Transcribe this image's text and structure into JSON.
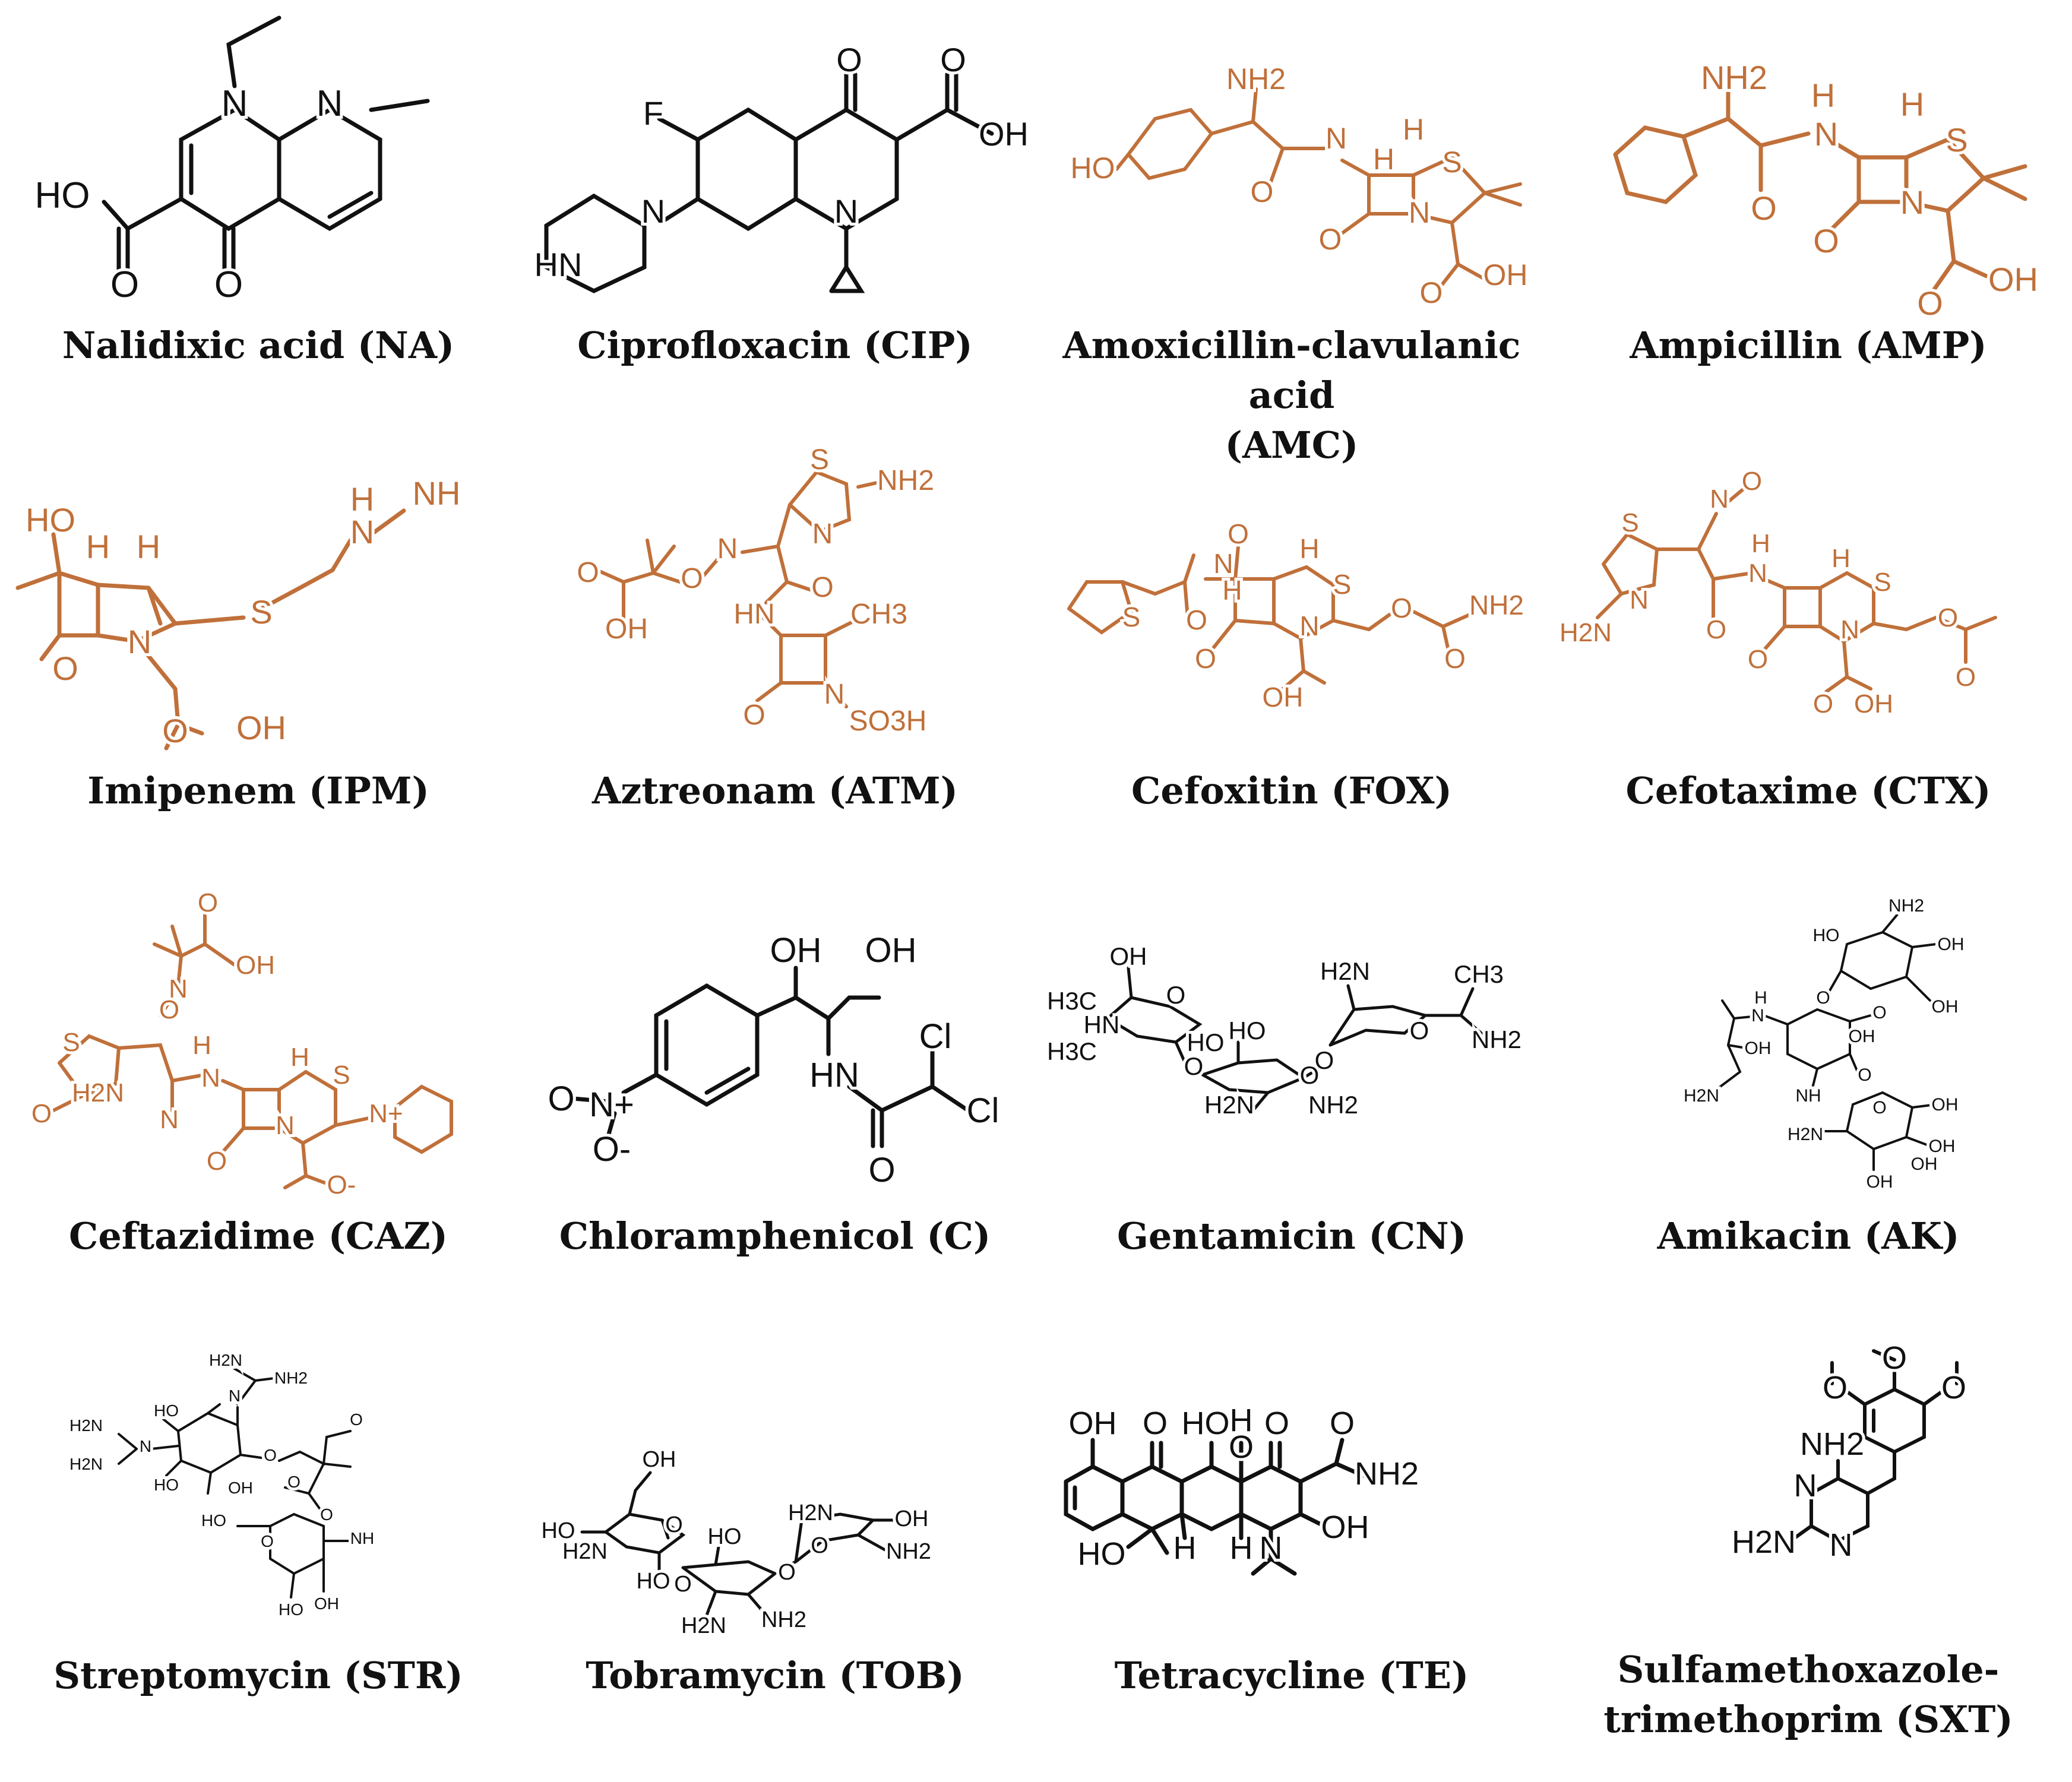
{
  "colors": {
    "black": "#111111",
    "brown": "#c0703a"
  },
  "compounds": [
    {
      "id": "na",
      "name": "Nalidixic acid (NA)",
      "color": "black",
      "atoms": [
        "N",
        "N",
        "HO",
        "O",
        "O"
      ]
    },
    {
      "id": "cip",
      "name": "Ciprofloxacin (CIP)",
      "color": "black",
      "atoms": [
        "F",
        "O",
        "O",
        "OH",
        "N",
        "HN",
        "N"
      ]
    },
    {
      "id": "amc",
      "name": "Amoxicillin-clavulanic acid",
      "name2": "(AMC)",
      "color": "brown",
      "atoms": [
        "NH2",
        "HO",
        "N",
        "H",
        "H",
        "S",
        "O",
        "O",
        "N",
        "O",
        "OH"
      ]
    },
    {
      "id": "amp",
      "name": "Ampicillin (AMP)",
      "color": "brown",
      "atoms": [
        "NH2",
        "H",
        "N",
        "H",
        "S",
        "O",
        "O",
        "N",
        "O",
        "OH"
      ]
    },
    {
      "id": "ipm",
      "name": "Imipenem (IPM)",
      "color": "brown",
      "atoms": [
        "HO",
        "H",
        "H",
        "H",
        "N",
        "NH",
        "S",
        "N",
        "O",
        "O",
        "OH"
      ]
    },
    {
      "id": "atm",
      "name": "Aztreonam (ATM)",
      "color": "brown",
      "atoms": [
        "S",
        "NH2",
        "N",
        "N",
        "O",
        "O",
        "HN",
        "CH3",
        "O",
        "OH",
        "N",
        "O",
        "SO3H"
      ]
    },
    {
      "id": "fox",
      "name": "Cefoxitin (FOX)",
      "color": "brown",
      "atoms": [
        "O",
        "H",
        "N",
        "H",
        "S",
        "S",
        "O",
        "N",
        "O",
        "NH2",
        "O",
        "O",
        "OH"
      ]
    },
    {
      "id": "ctx",
      "name": "Cefotaxime (CTX)",
      "color": "brown",
      "atoms": [
        "N",
        "O",
        "H",
        "N",
        "H",
        "S",
        "S",
        "N",
        "O",
        "H2N",
        "N",
        "O",
        "O",
        "O",
        "OH",
        "O"
      ]
    },
    {
      "id": "caz",
      "name": "Ceftazidime (CAZ)",
      "color": "brown",
      "atoms": [
        "O",
        "OH",
        "N",
        "O",
        "H",
        "N",
        "H",
        "S",
        "S",
        "N",
        "O",
        "H2N",
        "N",
        "O",
        "O-",
        "N+"
      ]
    },
    {
      "id": "c",
      "name": "Chloramphenicol (C)",
      "color": "black",
      "atoms": [
        "OH",
        "OH",
        "Cl",
        "HN",
        "Cl",
        "O",
        "O",
        "N+",
        "O-"
      ]
    },
    {
      "id": "cn",
      "name": "Gentamicin (CN)",
      "color": "black",
      "atoms": [
        "OH",
        "H3C",
        "HN",
        "H3C",
        "O",
        "HO",
        "O",
        "HO",
        "H2N",
        "O",
        "CH3",
        "O",
        "NH2",
        "H2N",
        "NH2",
        "O"
      ]
    },
    {
      "id": "ak",
      "name": "Amikacin (AK)",
      "color": "black",
      "atoms": [
        "NH2",
        "HO",
        "OH",
        "O",
        "OH",
        "O",
        "H",
        "N",
        "OH",
        "OH",
        "H2N",
        "OH",
        "NH",
        "O",
        "OH",
        "O",
        "H2N",
        "OH",
        "OH"
      ]
    },
    {
      "id": "str",
      "name": "Streptomycin (STR)",
      "color": "black",
      "atoms": [
        "H2N",
        "NH2",
        "N",
        "HO",
        "H2N",
        "N",
        "H2N",
        "O",
        "O",
        "HO",
        "OH",
        "O",
        "O",
        "HO",
        "O",
        "NH",
        "HO",
        "OH"
      ]
    },
    {
      "id": "tob",
      "name": "Tobramycin (TOB)",
      "color": "black",
      "atoms": [
        "OH",
        "HO",
        "O",
        "H2N",
        "HO",
        "HO",
        "O",
        "H2N",
        "O",
        "OH",
        "NH2",
        "H2N",
        "NH2",
        "O"
      ]
    },
    {
      "id": "te",
      "name": "Tetracycline (TE)",
      "color": "black",
      "atoms": [
        "OH",
        "O",
        "HO",
        "H",
        "O",
        "O",
        "O",
        "NH2",
        "OH",
        "HO",
        "H",
        "H",
        "N"
      ]
    },
    {
      "id": "sxt",
      "name": "Sulfamethoxazole-",
      "name2": "trimethoprim (SXT)",
      "color": "black",
      "atoms": [
        "O",
        "O",
        "O",
        "NH2",
        "N",
        "H2N",
        "N"
      ]
    }
  ]
}
